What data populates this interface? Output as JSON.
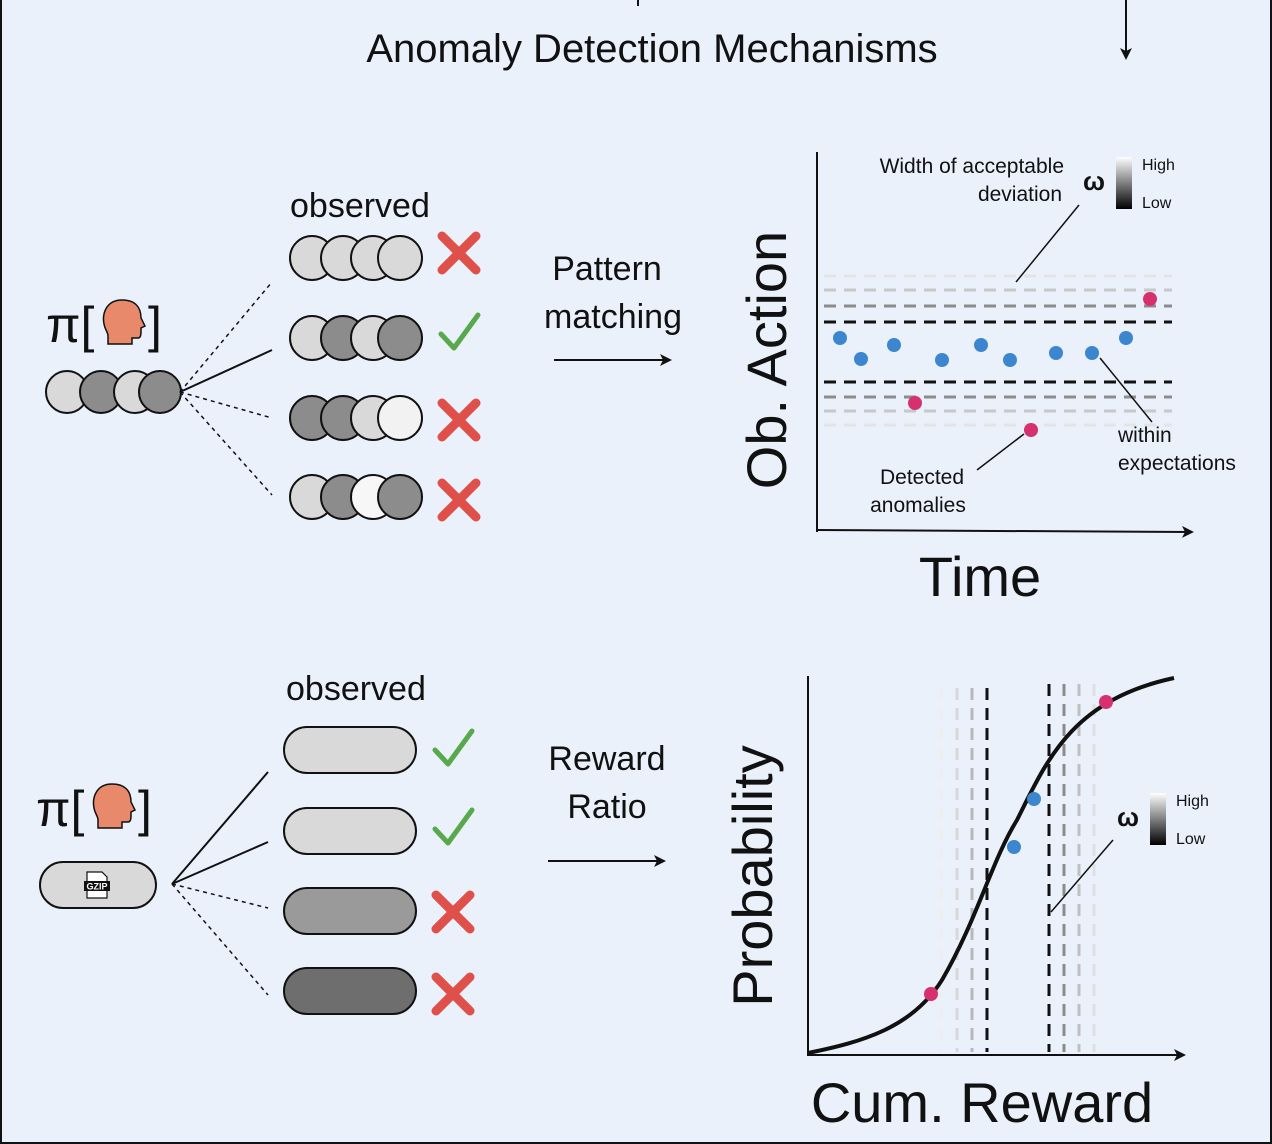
{
  "title": "Anomaly Detection Mechanisms",
  "colors": {
    "background": "#eaf1fb",
    "anomaly": "#d6306f",
    "normal": "#3c86d0",
    "check": "#58a84c",
    "cross": "#e0504a",
    "head": "#e8896c"
  },
  "top_panel": {
    "policy_label": "π[",
    "policy_close": "]",
    "observed_label": "observed",
    "arrow_label_line1": "Pattern",
    "arrow_label_line2": "matching",
    "verdicts": [
      "cross",
      "check",
      "cross",
      "cross"
    ],
    "chart": {
      "ylabel": "Ob. Action",
      "xlabel": "Time",
      "band_label_line1": "Width of acceptable",
      "band_label_line2": "deviation",
      "omega_symbol": "ω",
      "scale_high": "High",
      "scale_low": "Low",
      "anomalies_label_line1": "Detected",
      "anomalies_label_line2": "anomalies",
      "within_label_line1": "within",
      "within_label_line2": "expectations"
    }
  },
  "bottom_panel": {
    "policy_label": "π[",
    "policy_close": "]",
    "file_icon_label": "GZIP",
    "observed_label": "observed",
    "arrow_label_line1": "Reward",
    "arrow_label_line2": "Ratio",
    "verdicts": [
      "check",
      "check",
      "cross",
      "cross"
    ],
    "chart": {
      "ylabel": "Probability",
      "xlabel": "Cum. Reward",
      "omega_symbol": "ω",
      "scale_high": "High",
      "scale_low": "Low"
    }
  }
}
